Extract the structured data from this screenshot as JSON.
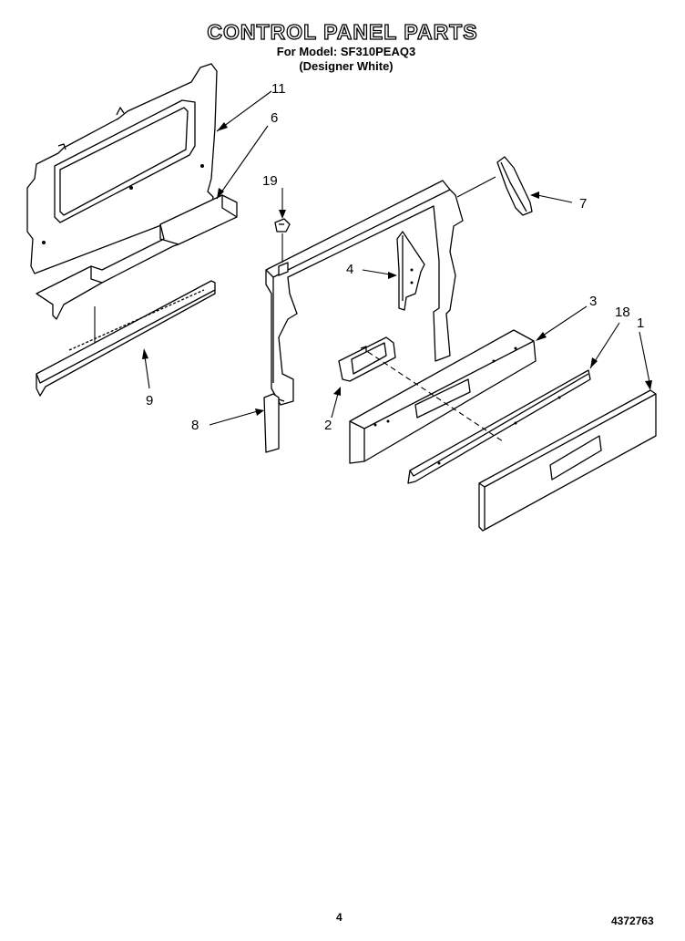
{
  "header": {
    "title": "CONTROL PANEL PARTS",
    "model_line": "For Model: SF310PEAQ3",
    "color_line": "(Designer White)"
  },
  "callouts": {
    "p1": "1",
    "p2": "2",
    "p3": "3",
    "p4": "4",
    "p6": "6",
    "p7": "7",
    "p8": "8",
    "p9": "9",
    "p11": "11",
    "p18": "18",
    "p19": "19"
  },
  "footer": {
    "page_number": "4",
    "doc_number": "4372763"
  }
}
